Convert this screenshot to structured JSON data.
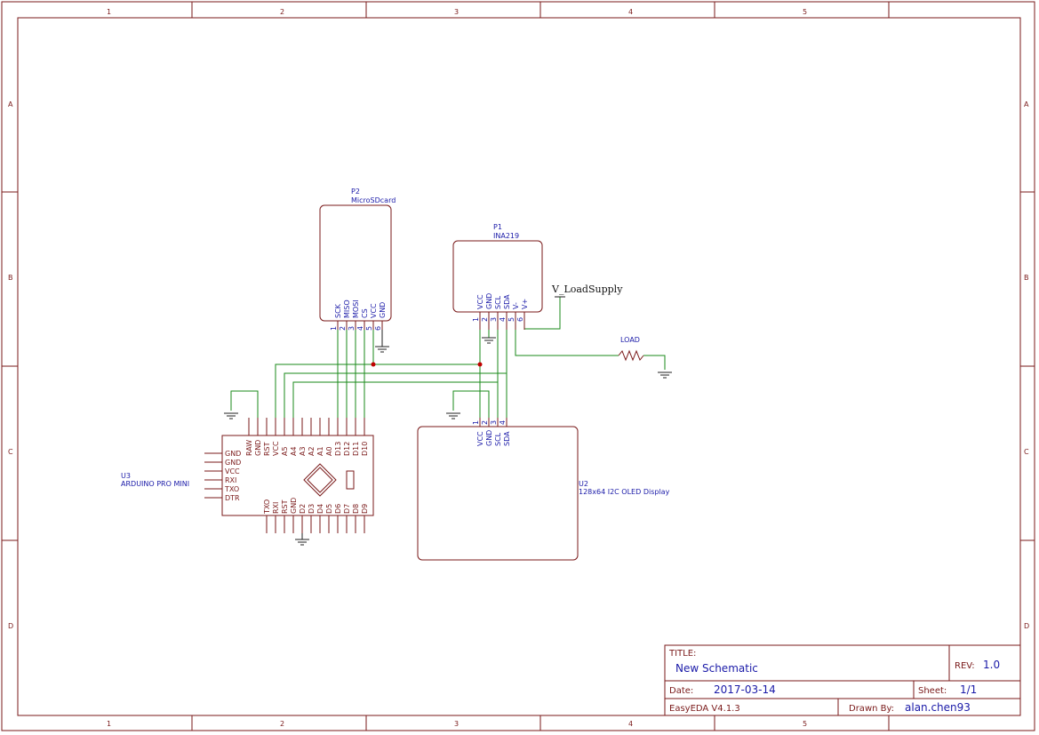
{
  "frame": {
    "columns": [
      "1",
      "2",
      "3",
      "4",
      "5"
    ],
    "rows": [
      "A",
      "B",
      "C",
      "D"
    ]
  },
  "components": {
    "p2": {
      "designator": "P2",
      "name": "MicroSDcard",
      "pins": [
        "SCK",
        "MISO",
        "MOSI",
        "CS",
        "VCC",
        "GND"
      ],
      "pin_numbers": [
        "1",
        "2",
        "3",
        "4",
        "5",
        "6"
      ]
    },
    "p1": {
      "designator": "P1",
      "name": "INA219",
      "pins": [
        "VCC",
        "GND",
        "SCL",
        "SDA",
        "V-",
        "V+"
      ],
      "pin_numbers": [
        "1",
        "2",
        "3",
        "4",
        "5",
        "6"
      ]
    },
    "u2": {
      "designator": "U2",
      "name": "128x64 I2C OLED Display",
      "pins": [
        "VCC",
        "GND",
        "SCL",
        "SDA"
      ],
      "pin_numbers": [
        "1",
        "2",
        "3",
        "4"
      ]
    },
    "u3": {
      "designator": "U3",
      "name": "ARDUINO PRO MINI",
      "top_pins": [
        "RAW",
        "GND",
        "RST",
        "VCC",
        "A5",
        "A4",
        "A3",
        "A2",
        "A1",
        "A0",
        "D13",
        "D12",
        "D11",
        "D10"
      ],
      "left_pins": [
        "GND",
        "GND",
        "VCC",
        "RXI",
        "TXO",
        "DTR"
      ],
      "bottom_pins": [
        "TXO",
        "RXI",
        "RST",
        "GND",
        "D2",
        "D3",
        "D4",
        "D5",
        "D6",
        "D7",
        "D8",
        "D9"
      ]
    },
    "load": {
      "name": "LOAD"
    },
    "net_label": {
      "name": "V_LoadSupply"
    }
  },
  "title_block": {
    "title_label": "TITLE:",
    "title": "New Schematic",
    "rev_label": "REV:",
    "rev": "1.0",
    "date_label": "Date:",
    "date": "2017-03-14",
    "sheet_label": "Sheet:",
    "sheet": "1/1",
    "software": "EasyEDA V4.1.3",
    "drawn_by_label": "Drawn By:",
    "drawn_by": "alan.chen93"
  },
  "colors": {
    "frame": "#7a1a1a",
    "wire": "#1a8a1a",
    "text": "#1a1aa8",
    "junction": "#c00000"
  }
}
